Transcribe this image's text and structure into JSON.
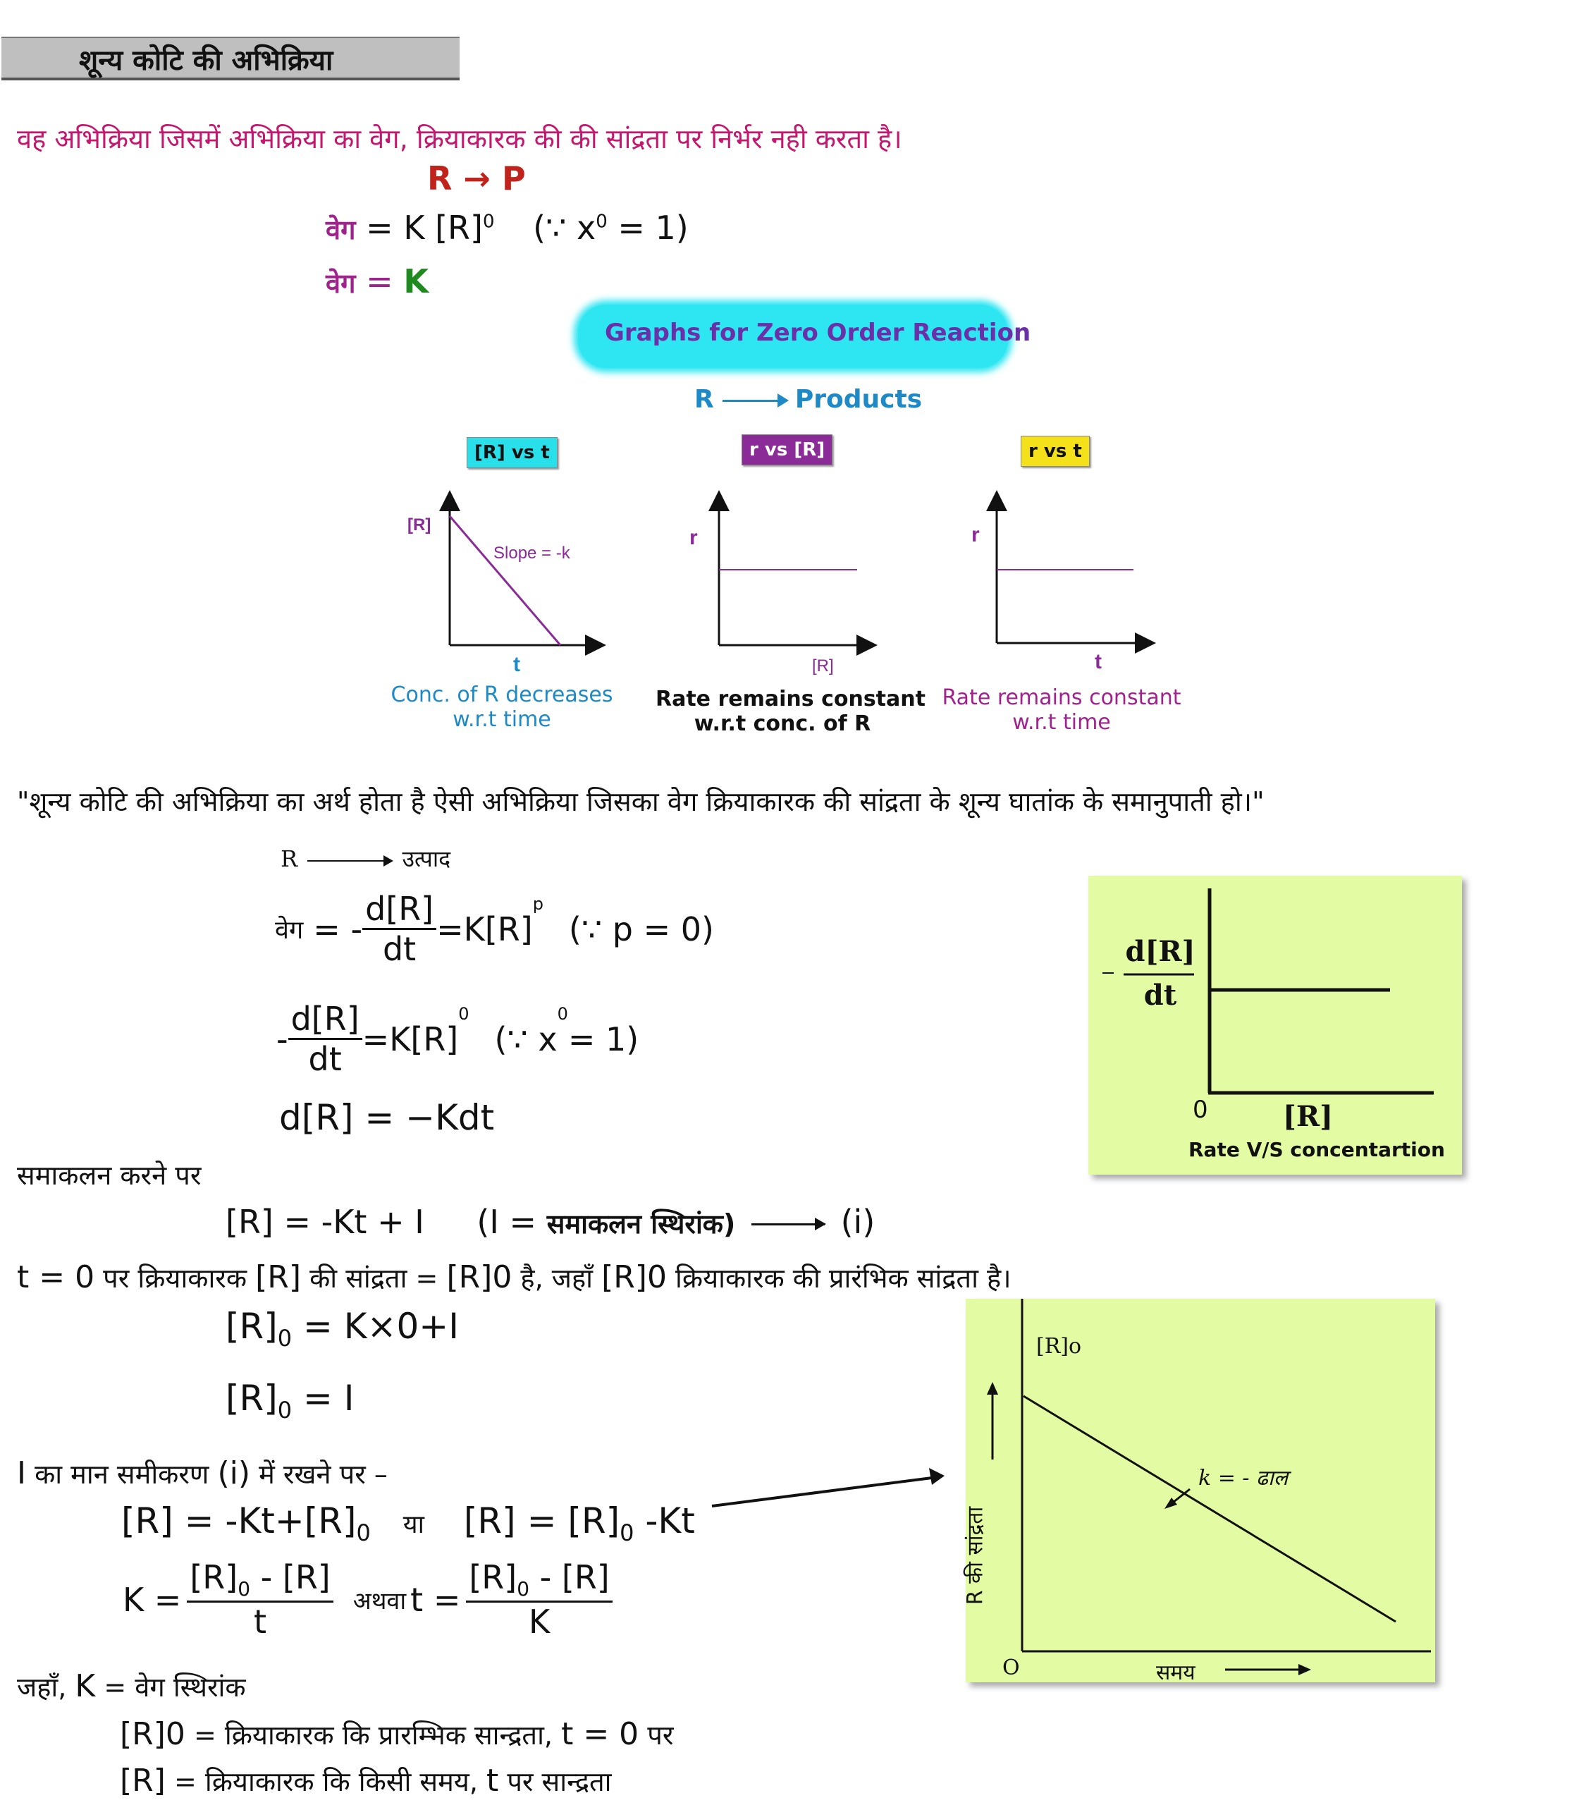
{
  "heading": "शून्य कोटि की अभिक्रिया",
  "definition": "वह अभिक्रिया जिसमें अभिक्रिया का वेग, क्रियाकारक की की सांद्रता पर निर्भर नही करता है।",
  "reaction_rp": "R → P",
  "rate_label": "वेग",
  "rate_eq1_rhs": "= K [R]",
  "rate_eq1_exp": "0",
  "rate_eq1_because": "(∵ x",
  "rate_eq1_because_exp": "0",
  "rate_eq1_because_tail": " = 1)",
  "rate_eq2_eq": "=",
  "rate_eq2_k": "K",
  "graphs_title": "Graphs for Zero Order Reaction",
  "reaction_products": {
    "r": "R",
    "products": "Products"
  },
  "graph1": {
    "tag": "[R] vs t",
    "ylabel": "[R]",
    "xlabel": "t",
    "slope": "Slope = -k",
    "caption1": "Conc. of R decreases",
    "caption2": "w.r.t time"
  },
  "graph2": {
    "tag": "r vs [R]",
    "ylabel": "r",
    "xlabel": "[R]",
    "caption1": "Rate remains constant",
    "caption2": "w.r.t conc. of R"
  },
  "graph3": {
    "tag": "r vs t",
    "ylabel": "r",
    "xlabel": "t",
    "caption1": "Rate remains constant",
    "caption2": "w.r.t time"
  },
  "meaning": "\"शून्य कोटि की अभिक्रिया का अर्थ होता है ऐसी अभिक्रिया जिसका वेग क्रियाकारक की सांद्रता के शून्य घातांक के समानुपाती हो।\"",
  "r_to_product": {
    "r": "R",
    "product": "उत्पाद"
  },
  "eq_a": {
    "label": "वेग",
    "pre": "= -",
    "num": "d[R]",
    "den": "dt",
    "rhs": "=K[R]",
    "exp": "p",
    "note": "(∵ p = 0)"
  },
  "eq_b": {
    "pre": "-",
    "num": "d[R]",
    "den": "dt",
    "rhs": "=K[R]",
    "exp": "0",
    "note": "(∵ x",
    "note_exp": "0",
    "note_tail": " = 1)"
  },
  "eq_c": "d[R] = −Kdt",
  "integrating": "समाकलन करने पर",
  "eq_d": {
    "lhs": "[R] = -Kt + I",
    "paren_open": "(I = ",
    "paren_text": "समाकलन स्थिरांक)",
    "tag": "(i)"
  },
  "t0_line": {
    "t0": "t = 0",
    "p1": " पर क्रियाकारक ",
    "r1": "[R]",
    "p2": " की सांद्रता = ",
    "r0": "[R]0",
    "p3": " है, जहाँ ",
    "r0b": "[R]0",
    "p4": " क्रियाकारक की प्रारंभिक सांद्रता है।"
  },
  "eq_e": {
    "lhs": "[R]",
    "sub": "0",
    "rhs": " = K×0+I"
  },
  "eq_f": {
    "lhs": "[R]",
    "sub": "0",
    "rhs": " = I"
  },
  "substitute": {
    "i": "I",
    "text": " का मान समीकरण ",
    "tag": "(i)",
    "tail": " में रखने पर –"
  },
  "eq_g": {
    "a": "[R] = -Kt+[R]",
    "sub": "0",
    "or": "या",
    "b": "[R] = [R]",
    "sub2": "0",
    "b_tail": " -Kt"
  },
  "eq_h": {
    "k": "K =",
    "num1": "[R]",
    "num1_sub": "0",
    "num1_tail": " - [R]",
    "den1": "t",
    "or": "अथवा",
    "t": "t =",
    "num2": "[R]",
    "num2_sub": "0",
    "num2_tail": " - [R]",
    "den2": "K"
  },
  "where": {
    "prefix": "जहाँ, ",
    "k": "K",
    "text": " = वेग स्थिरांक"
  },
  "def_r0": {
    "r0": "[R]0",
    "text": " = क्रियाकारक कि प्रारम्भिक सान्द्रता, ",
    "t": "t = 0",
    "tail": " पर"
  },
  "def_r": {
    "r": "[R]",
    "text": " = क्रियाकारक कि किसी समय, ",
    "t": "t",
    "tail": " पर सान्द्रता"
  },
  "panel_rate": {
    "ylabel_num": "d[R]",
    "ylabel_den": "dt",
    "origin": "0",
    "xlabel": "[R]",
    "caption": "Rate V/S  concentartion"
  },
  "panel_conc": {
    "r0": "[R]o",
    "origin": "O",
    "ylabel": "R की सांद्रता",
    "xlabel": "समय",
    "slope": "k = - ढाल"
  },
  "colors": {
    "magenta": "#c2186e",
    "purple": "#a0228c",
    "green": "#1f8a1f",
    "red": "#c0231c",
    "blue": "#1d8ac7",
    "panel": "#e3fca3"
  }
}
